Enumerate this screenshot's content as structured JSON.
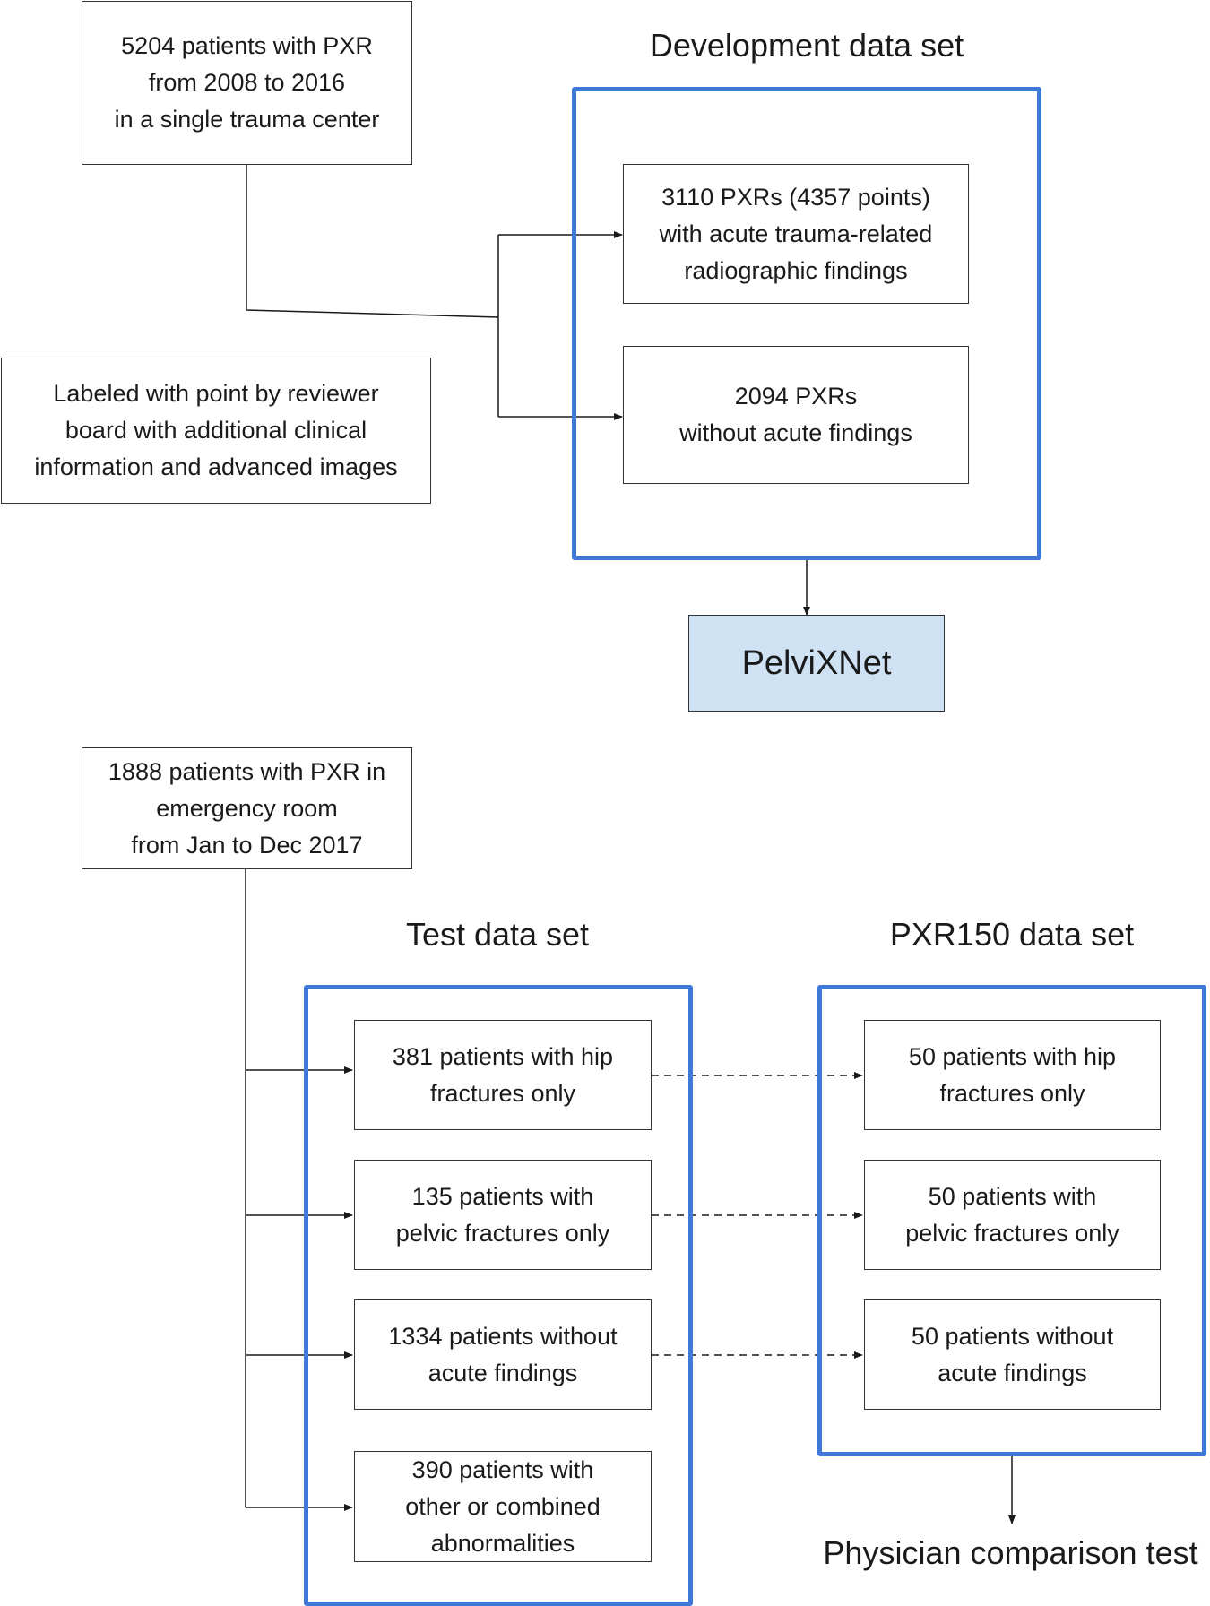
{
  "development": {
    "source_box": "5204 patients with PXR\nfrom 2008 to 2016\nin a single trauma center",
    "label_box": "Labeled with point by reviewer\nboard with additional clinical\ninformation and advanced images",
    "heading": "Development data set",
    "positive_box": "3110 PXRs (4357 points)\nwith acute trauma-related\nradiographic findings",
    "negative_box": "2094 PXRs\nwithout acute findings",
    "model_box": "PelviXNet"
  },
  "test": {
    "source_box": "1888 patients with PXR in\nemergency room\nfrom Jan to Dec 2017",
    "heading": "Test data set",
    "boxes": [
      "381 patients with hip\nfractures only",
      "135 patients with\npelvic fractures only",
      "1334 patients without\nacute findings",
      "390 patients with\nother or combined\nabnormalities"
    ]
  },
  "pxr150": {
    "heading": "PXR150 data set",
    "boxes": [
      "50 patients with hip\nfractures only",
      "50 patients with\npelvic fractures only",
      "50 patients without\nacute findings"
    ],
    "output_label": "Physician comparison test"
  },
  "colors": {
    "frame": "#3f78d8",
    "model_fill": "#cfe2f3",
    "box_border": "#333333",
    "text": "#1a1a1a"
  }
}
